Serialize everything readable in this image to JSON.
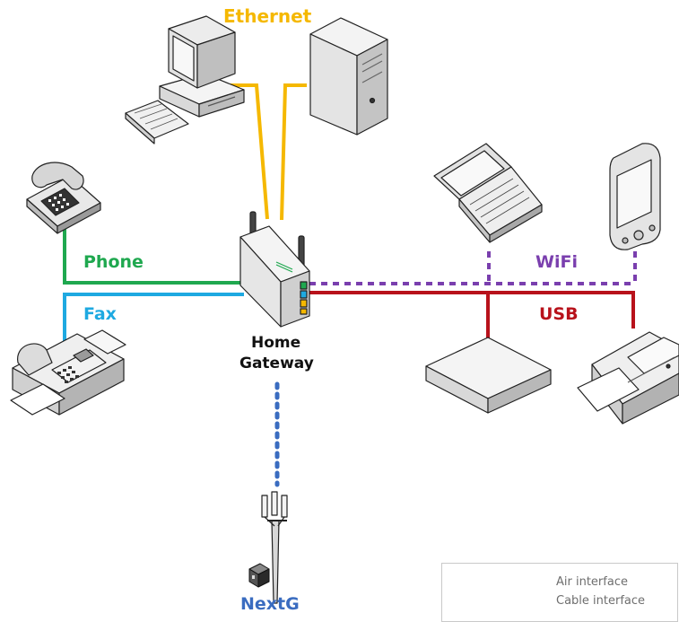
{
  "labels": {
    "ethernet": "Ethernet",
    "phone": "Phone",
    "fax": "Fax",
    "wifi": "WiFi",
    "usb": "USB",
    "home_gateway_line1": "Home",
    "home_gateway_line2": "Gateway",
    "nextg": "NextG"
  },
  "legend": {
    "air": "Air interface",
    "cable": "Cable interface"
  },
  "colors": {
    "ethernet": "#f5b800",
    "phone": "#1fa84f",
    "fax": "#1ea9e1",
    "wifi": "#7a3fae",
    "usb": "#b8121b",
    "nextg": "#3a6cc0",
    "label_dark": "#111111"
  },
  "icons": [
    "desktop-computer-icon",
    "server-tower-icon",
    "telephone-icon",
    "fax-machine-icon",
    "router-icon",
    "laptop-icon",
    "pda-icon",
    "set-top-box-icon",
    "printer-icon",
    "cell-tower-icon",
    "base-station-icon"
  ]
}
